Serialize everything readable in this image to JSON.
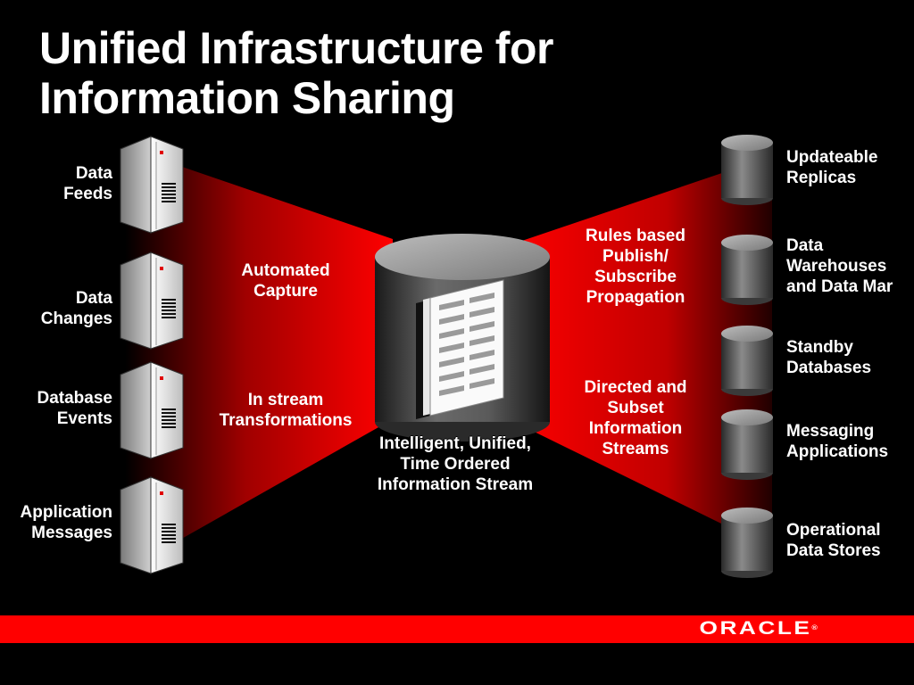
{
  "title": {
    "line1": "Unified Infrastructure for",
    "line2": "Information Sharing"
  },
  "sources": [
    {
      "line1": "Data",
      "line2": "Feeds"
    },
    {
      "line1": "Data",
      "line2": "Changes"
    },
    {
      "line1": "Database",
      "line2": "Events"
    },
    {
      "line1": "Application",
      "line2": "Messages"
    }
  ],
  "left_labels": {
    "capture": {
      "line1": "Automated",
      "line2": "Capture"
    },
    "transform": {
      "line1": "In stream",
      "line2": "Transformations"
    }
  },
  "center": {
    "line1": "Intelligent, Unified,",
    "line2": "Time Ordered",
    "line3": "Information Stream"
  },
  "right_labels": {
    "propagation": {
      "line1": "Rules based",
      "line2": "Publish/",
      "line3": "Subscribe",
      "line4": "Propagation"
    },
    "streams": {
      "line1": "Directed and",
      "line2": "Subset",
      "line3": "Information",
      "line4": "Streams"
    }
  },
  "targets": [
    {
      "line1": "Updateable",
      "line2": "Replicas"
    },
    {
      "line1": "Data",
      "line2": "Warehouses",
      "line3": "and Data Mar"
    },
    {
      "line1": "Standby",
      "line2": "Databases"
    },
    {
      "line1": "Messaging",
      "line2": "Applications"
    },
    {
      "line1": "Operational",
      "line2": "Data Stores"
    }
  ],
  "footer": {
    "logo": "ORACLE",
    "logo_mark": "®"
  },
  "colors": {
    "background": "#000000",
    "accent": "#ff0000",
    "text": "#ffffff"
  }
}
